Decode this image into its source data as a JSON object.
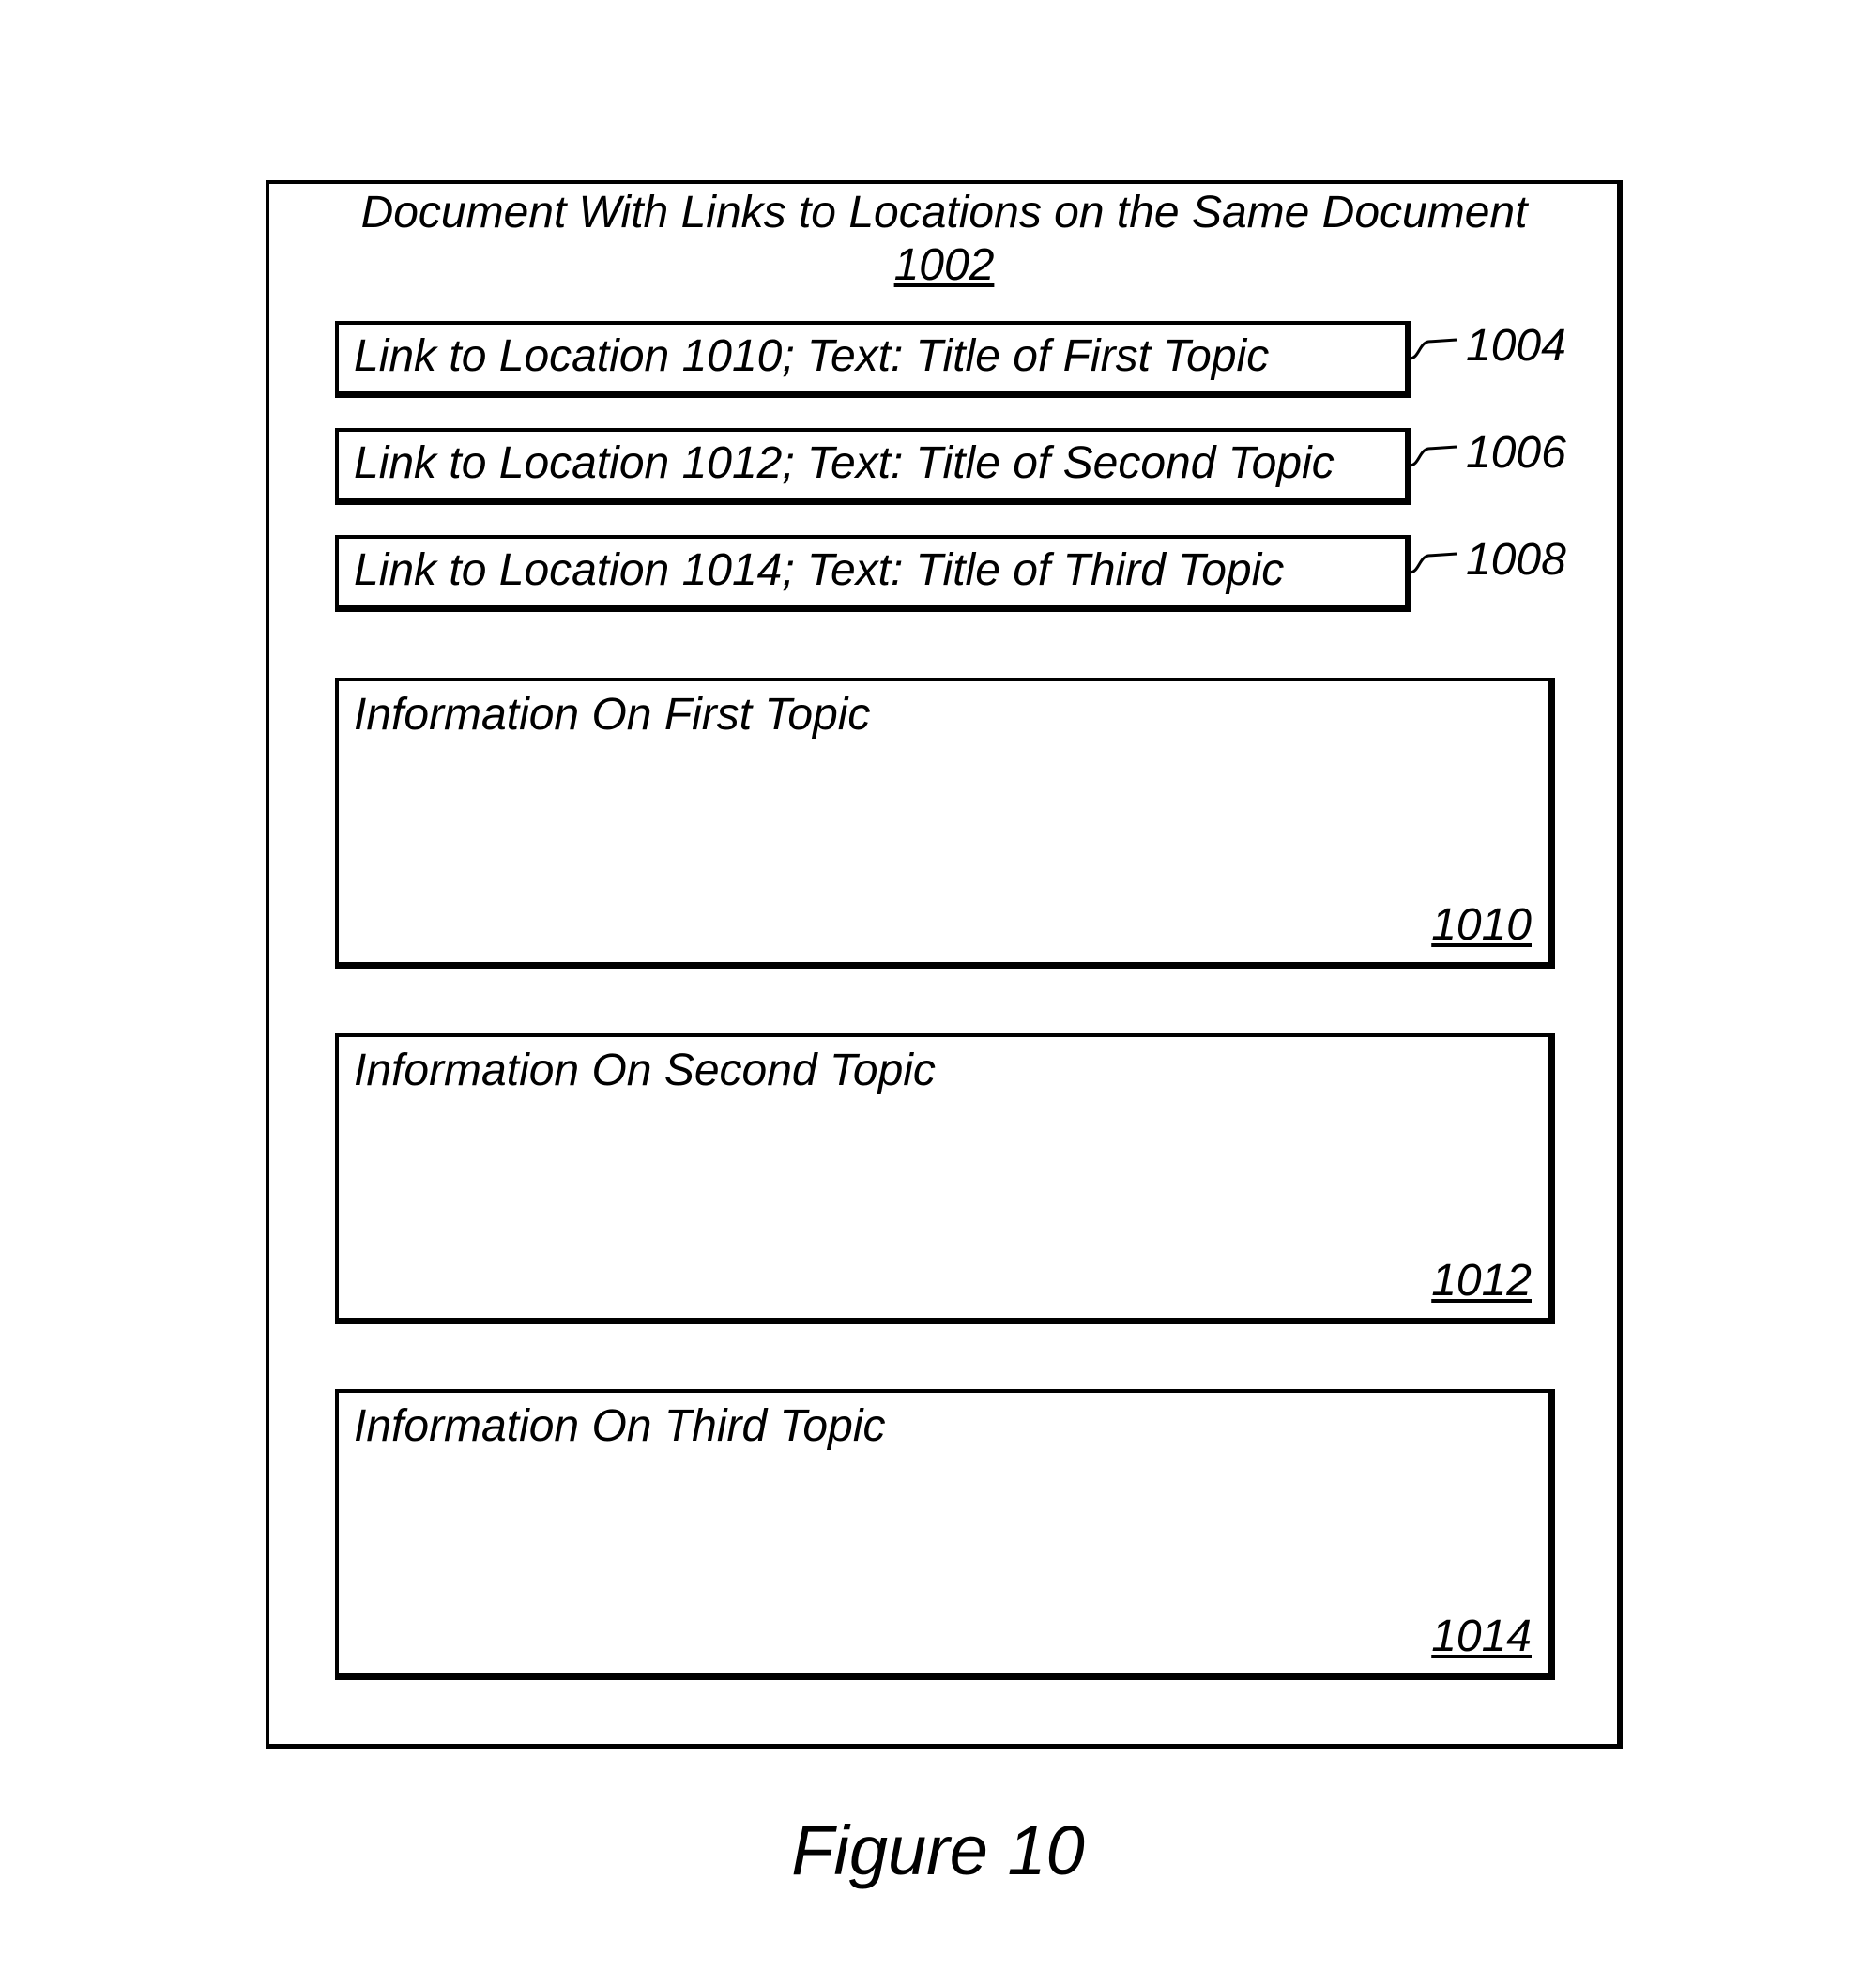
{
  "document": {
    "title": "Document With Links to Locations on the Same Document",
    "ref": "1002"
  },
  "links": [
    {
      "text": "Link to Location 1010; Text: Title of First Topic",
      "ref": "1004"
    },
    {
      "text": "Link to Location 1012; Text: Title of Second Topic",
      "ref": "1006"
    },
    {
      "text": "Link to Location 1014; Text: Title of Third Topic",
      "ref": "1008"
    }
  ],
  "sections": [
    {
      "text": "Information On First Topic",
      "ref": "1010"
    },
    {
      "text": "Information On Second Topic",
      "ref": "1012"
    },
    {
      "text": "Information On Third Topic",
      "ref": "1014"
    }
  ],
  "caption": "Figure 10"
}
